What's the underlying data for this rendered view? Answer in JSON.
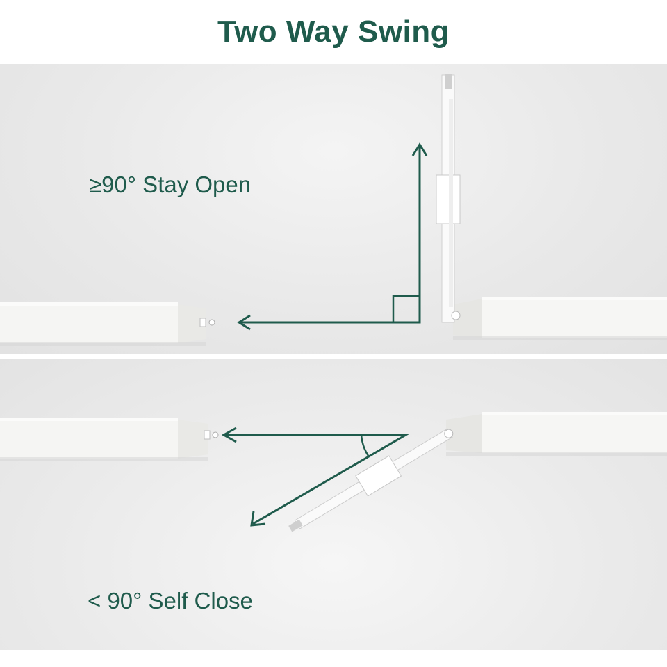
{
  "title": "Two Way Swing",
  "captions": {
    "stay_open": "≥90° Stay Open",
    "self_close": "< 90° Self Close"
  },
  "colors": {
    "accent": "#1f5b4c",
    "background": "#ffffff",
    "floor": "#e8e8e8",
    "wall": "#f7f7f5"
  },
  "icons": {
    "stay_open": "right-angle-arrow-icon",
    "self_close": "acute-angle-arrow-icon"
  }
}
